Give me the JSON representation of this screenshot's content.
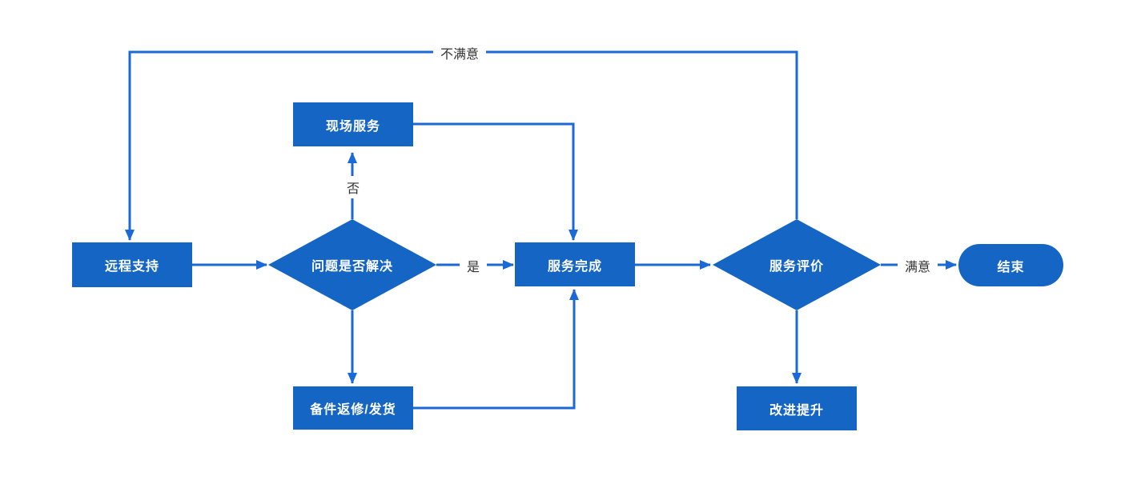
{
  "diagram": {
    "type": "flowchart",
    "colors": {
      "shape": "#1565c4",
      "wire": "#1a69d6",
      "label": "#333333",
      "node-text": "#ffffff",
      "bg": "#ffffff"
    },
    "nodes": {
      "remote_support": {
        "label": "远程支持",
        "type": "process"
      },
      "onsite_service": {
        "label": "现场服务",
        "type": "process"
      },
      "problem_solved": {
        "label": "问题是否解决",
        "type": "decision"
      },
      "service_done": {
        "label": "服务完成",
        "type": "process"
      },
      "parts_repair": {
        "label": "备件返修/发货",
        "type": "process"
      },
      "service_review": {
        "label": "服务评价",
        "type": "decision"
      },
      "improve": {
        "label": "改进提升",
        "type": "process"
      },
      "end": {
        "label": "结束",
        "type": "terminator"
      }
    },
    "edge_labels": {
      "no": "否",
      "yes": "是",
      "satisfied": "满意",
      "unsatisfied": "不满意"
    }
  }
}
